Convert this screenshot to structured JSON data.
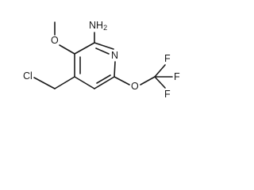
{
  "molecule": {
    "labels": {
      "amine": "NH",
      "amine_subscript": "2",
      "ring_nitrogen": "N",
      "methoxy_oxygen": "O",
      "trifluoromethoxy_oxygen": "O",
      "chlorine": "Cl",
      "fluorine_top": "F",
      "fluorine_right": "F",
      "fluorine_bottom": "F"
    }
  },
  "colors": {
    "bond": "#1a1a1a",
    "label": "#1a1a1a",
    "background": "#ffffff"
  }
}
